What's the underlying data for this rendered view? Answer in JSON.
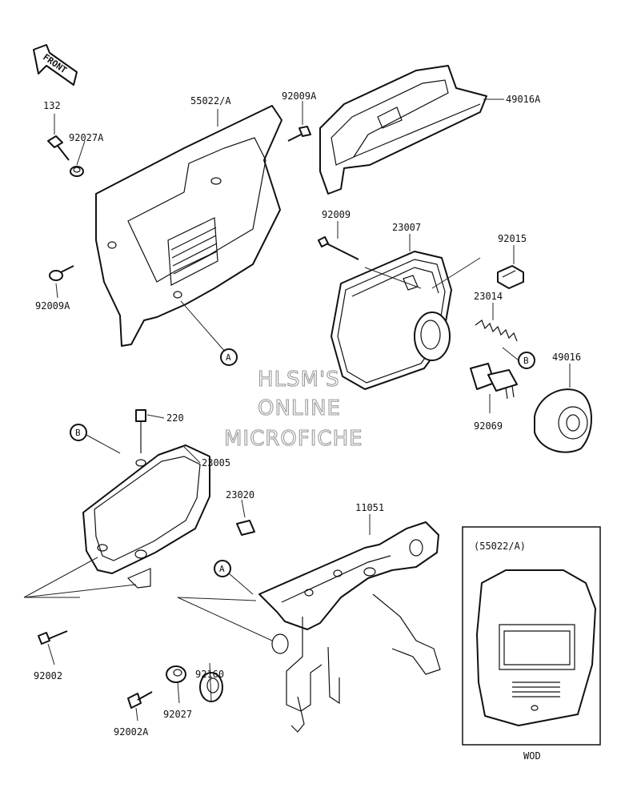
{
  "front_label": "FRONT",
  "watermark": {
    "line1": "HLSM'S",
    "line2": "ONLINE",
    "line3": "MICROFICHE"
  },
  "parts": {
    "p132": "132",
    "p92027A": "92027A",
    "p55022A": "55022/A",
    "p92009A_top": "92009A",
    "p49016A": "49016A",
    "p92009A_left": "92009A",
    "p92009": "92009",
    "p23007": "23007",
    "p92015": "92015",
    "p23014": "23014",
    "p49016": "49016",
    "p92069": "92069",
    "p220": "220",
    "p23005": "23005",
    "p23020": "23020",
    "p11051": "11051",
    "p92002": "92002",
    "p92160": "92160",
    "p92027": "92027",
    "p92002A": "92002A"
  },
  "callouts": {
    "A_cowl": "A",
    "A_bracket": "A",
    "B_bulb": "B",
    "B_frame": "B"
  },
  "inset": {
    "title": "(55022/A)",
    "caption": "WOD"
  }
}
